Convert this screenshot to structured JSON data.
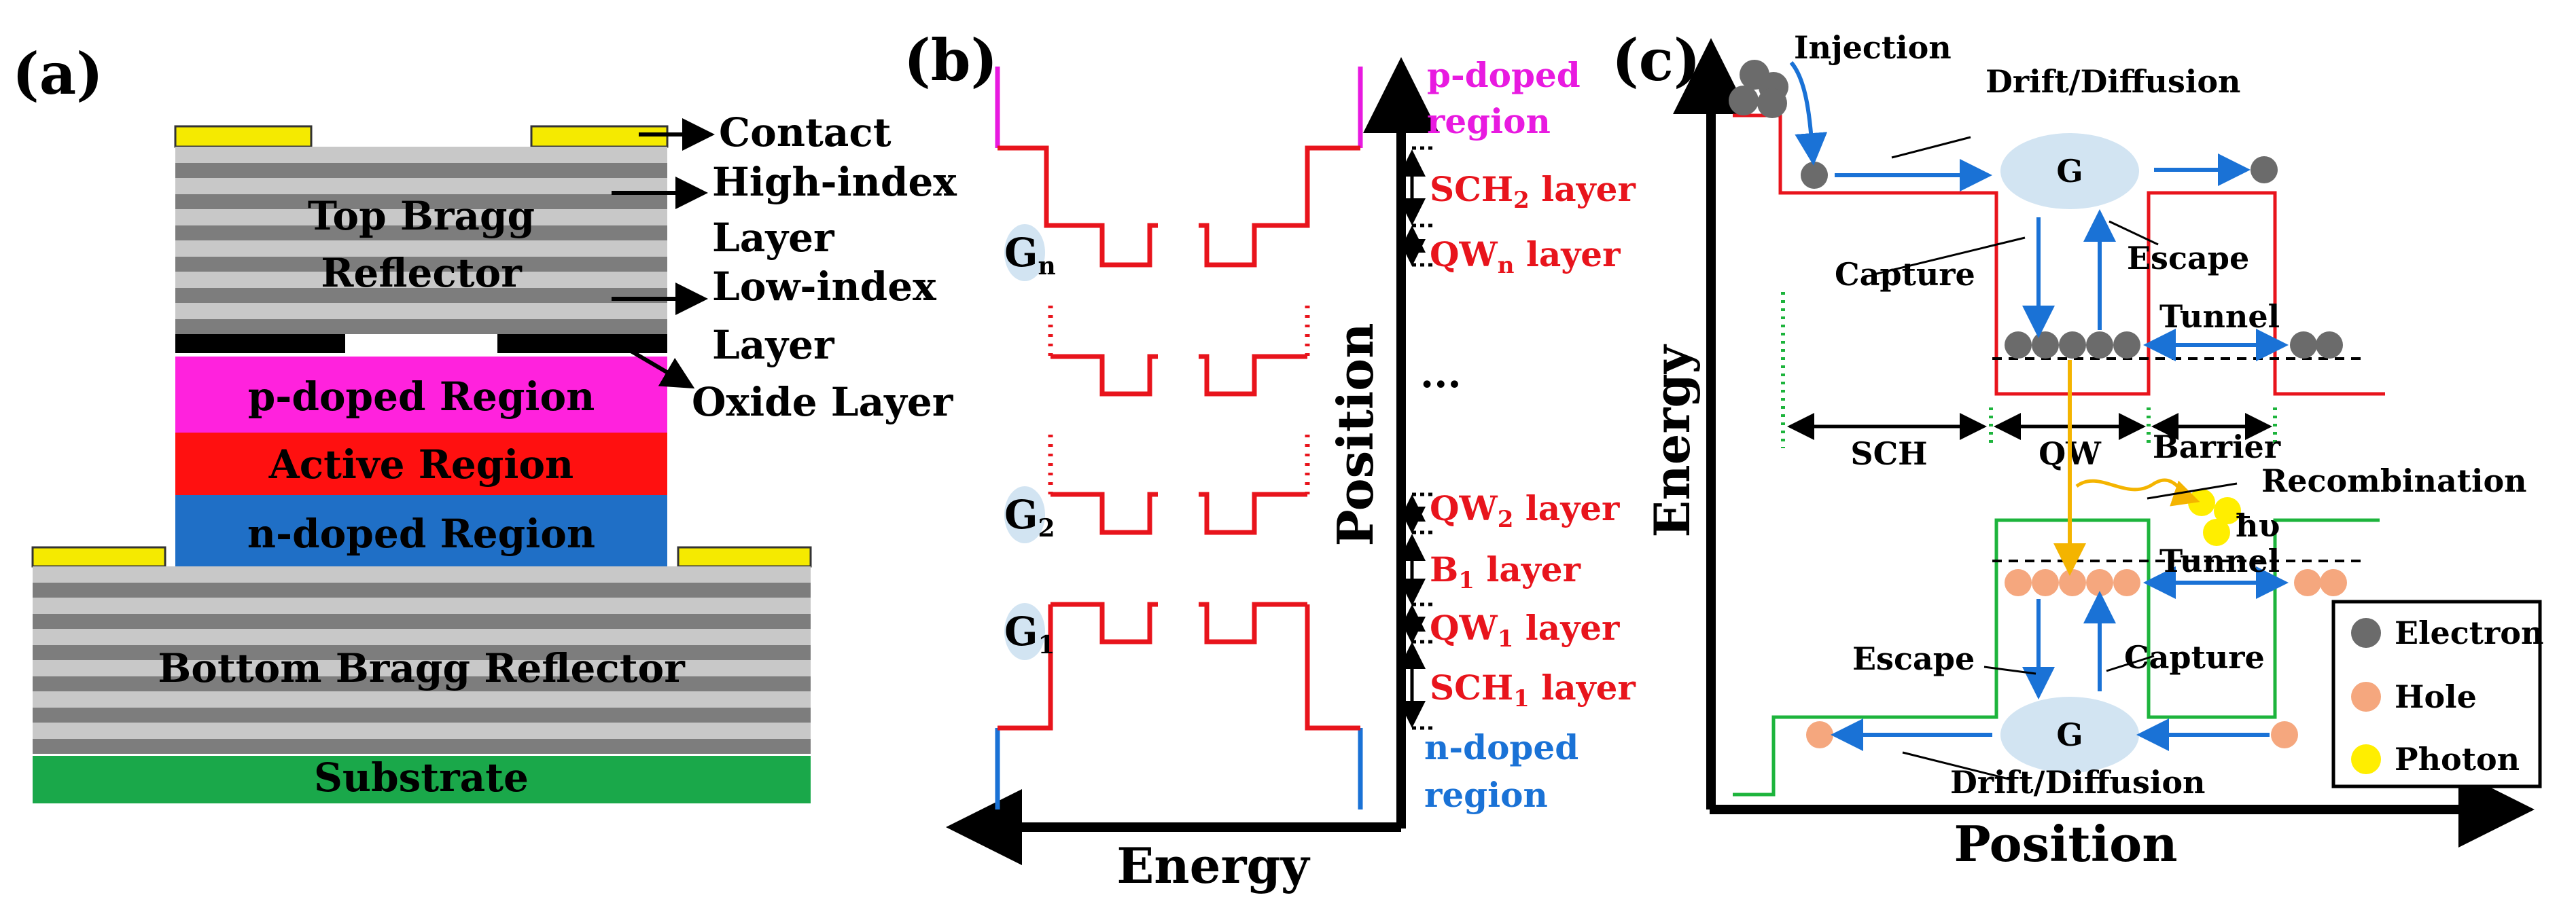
{
  "panels": {
    "a": "(a)",
    "b": "(b)",
    "c": "(c)"
  },
  "panel_a": {
    "contact": "Contact",
    "high_index_1": "High-index",
    "high_index_2": "Layer",
    "low_index_1": "Low-index",
    "low_index_2": "Layer",
    "oxide": "Oxide Layer",
    "top_dbr_1": "Top Bragg",
    "top_dbr_2": "Reflector",
    "p_region": "p-doped Region",
    "active": "Active Region",
    "n_region": "n-doped Region",
    "bottom_dbr": "Bottom Bragg Reflector",
    "substrate": "Substrate"
  },
  "panel_b": {
    "p_doped_1": "p-doped",
    "p_doped_2": "region",
    "sch2_main": "SCH",
    "sch2_sub": "2",
    "sch2_rest": " layer",
    "qwn_main": "QW",
    "qwn_sub": "n",
    "qwn_rest": " layer",
    "dots": "...",
    "qw2_main": "QW",
    "qw2_sub": "2",
    "qw2_rest": " layer",
    "b1_main": "B",
    "b1_sub": "1",
    "b1_rest": " layer",
    "qw1_main": "QW",
    "qw1_sub": "1",
    "qw1_rest": " layer",
    "sch1_main": "SCH",
    "sch1_sub": "1",
    "sch1_rest": " layer",
    "n_doped_1": "n-doped",
    "n_doped_2": "region",
    "gn_main": "G",
    "gn_sub": "n",
    "g2_main": "G",
    "g2_sub": "2",
    "g1_main": "G",
    "g1_sub": "1",
    "x_axis": "Energy",
    "y_axis": "Position"
  },
  "panel_c": {
    "injection": "Injection",
    "drift_top": "Drift/Diffusion",
    "g_top": "G",
    "capture_top": "Capture",
    "escape_top": "Escape",
    "tunnel_top": "Tunnel",
    "sch": "SCH",
    "qw": "QW",
    "barrier": "Barrier",
    "recombination": "Recombination",
    "photon_symbol": "ħυ",
    "tunnel_bottom": "Tunnel",
    "escape_bottom": "Escape",
    "capture_bottom": "Capture",
    "g_bottom": "G",
    "drift_bottom": "Drift/Diffusion",
    "legend_electron": "Electron",
    "legend_hole": "Hole",
    "legend_photon": "Photon",
    "x_axis": "Position",
    "y_axis": "Energy"
  },
  "colors": {
    "contact": "#f5ea00",
    "p_region": "#ff22dd",
    "active": "#ff1010",
    "n_region": "#1f6fc6",
    "substrate": "#1aa84a",
    "band_red": "#e8141c",
    "band_green": "#1db43c",
    "arrow_blue": "#1a72d6",
    "electron": "#6b6b6b",
    "hole": "#f5a77e",
    "photon": "#ffee00",
    "gain_blob": "#d2e4f2"
  }
}
